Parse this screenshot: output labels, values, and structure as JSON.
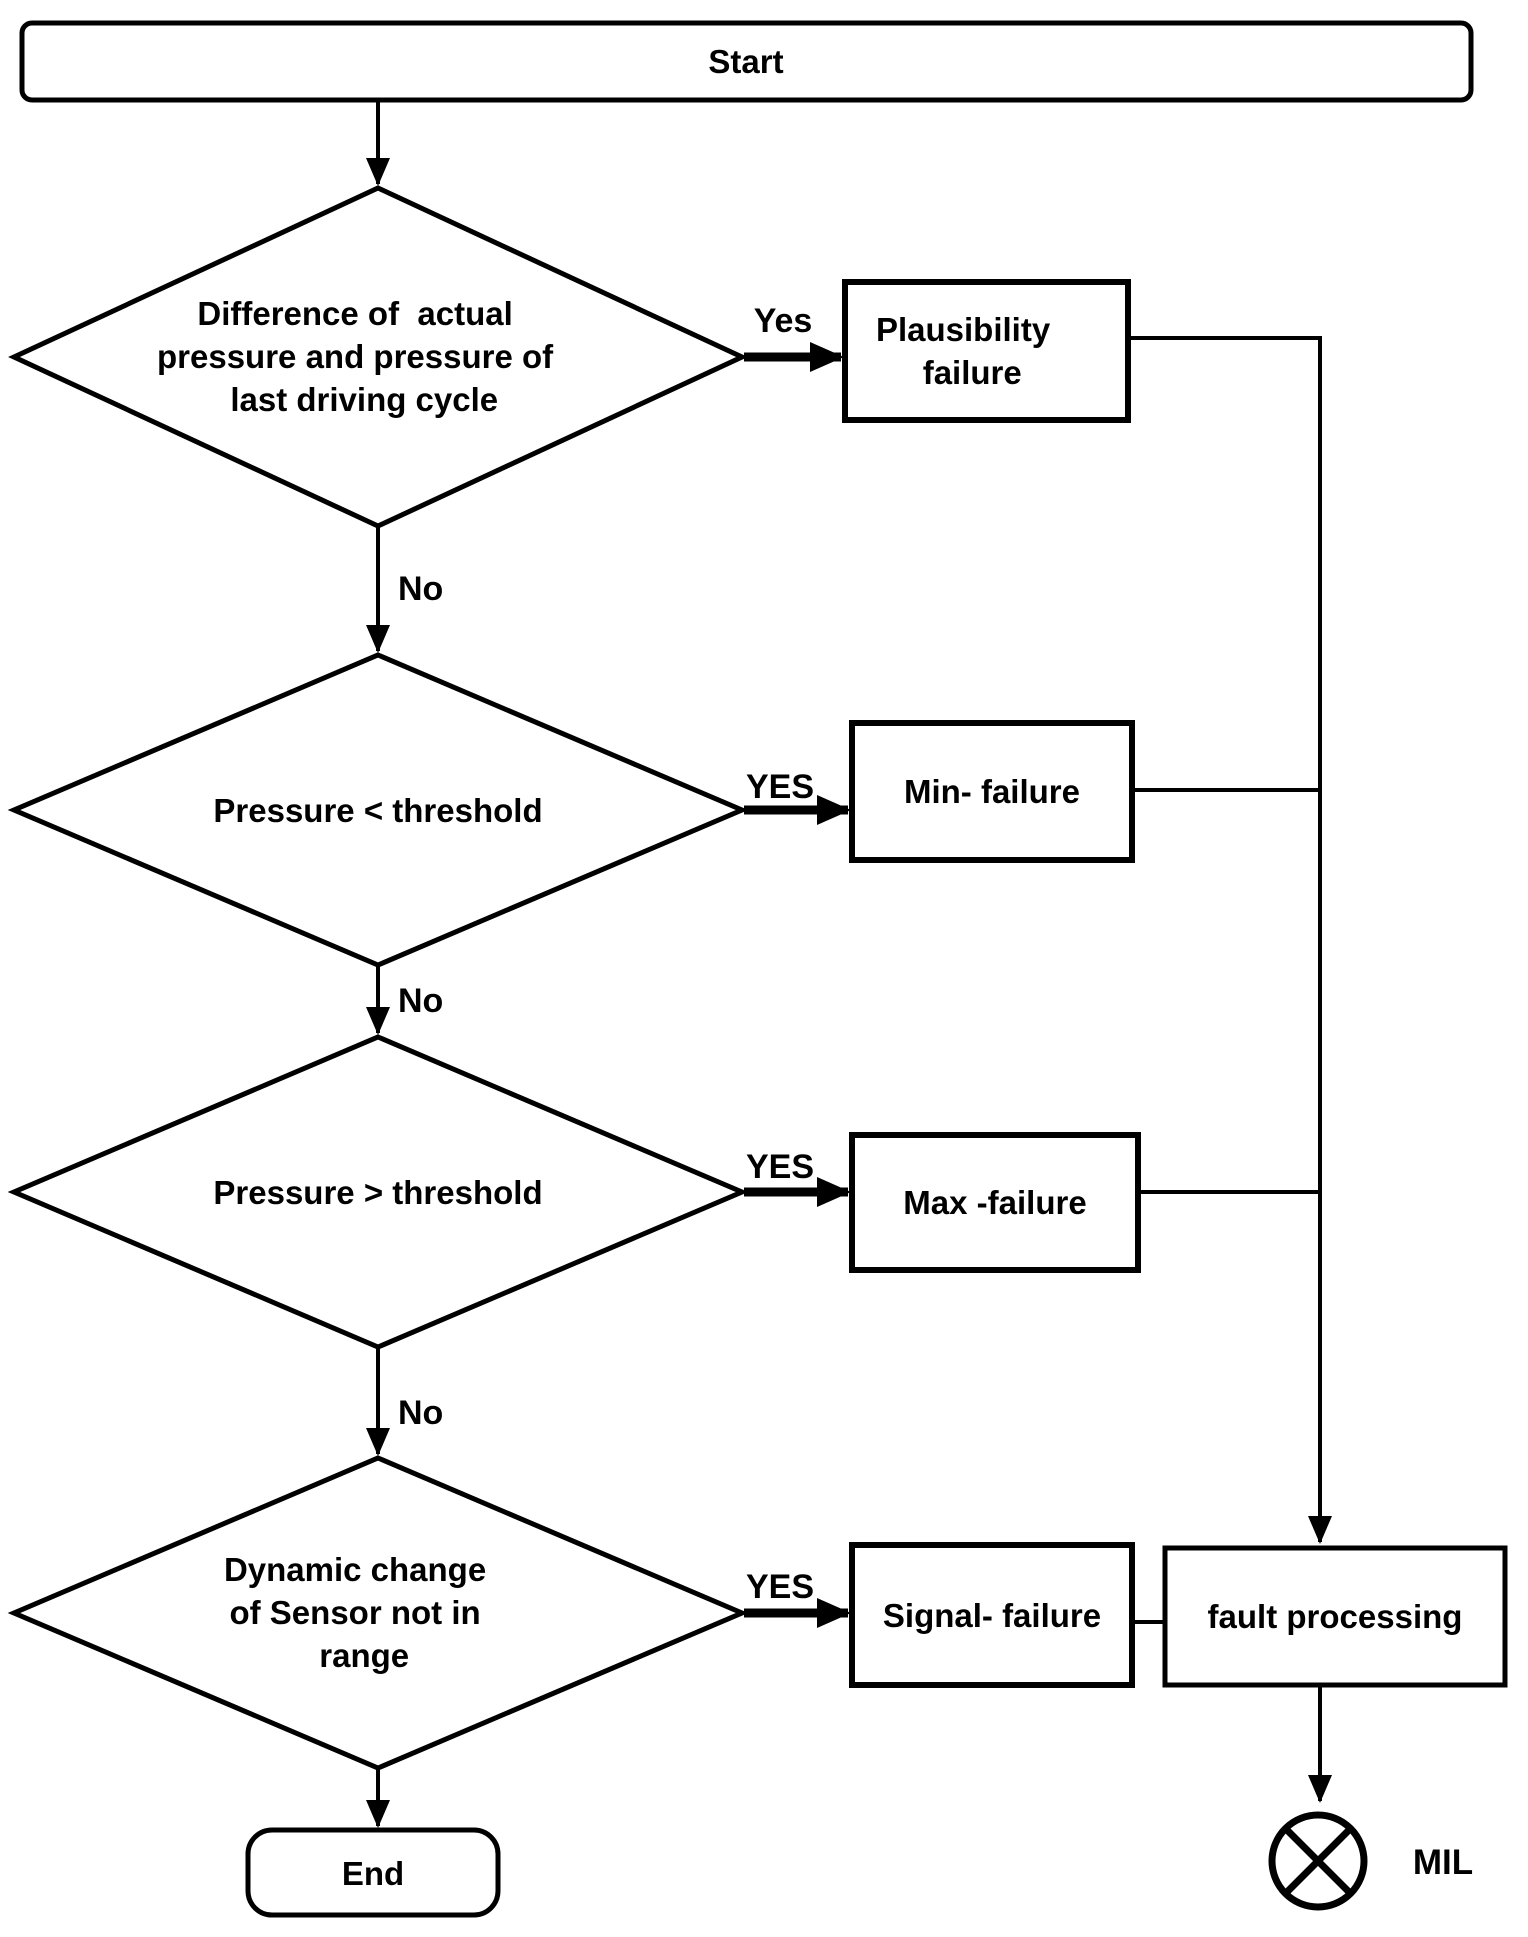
{
  "diagram": {
    "background_color": "#ffffff",
    "stroke_color": "#000000",
    "nodes": {
      "start": {
        "type": "terminator",
        "label": "Start"
      },
      "decision1": {
        "type": "decision",
        "lines": [
          "Difference of  actual",
          "pressure and pressure of",
          "last driving cycle"
        ]
      },
      "plausibility_failure": {
        "type": "process",
        "lines": [
          "Plausibility",
          "failure"
        ]
      },
      "decision2": {
        "type": "decision",
        "lines": [
          "Pressure < threshold"
        ]
      },
      "min_failure": {
        "type": "process",
        "lines": [
          "Min- failure"
        ]
      },
      "decision3": {
        "type": "decision",
        "lines": [
          "Pressure > threshold"
        ]
      },
      "max_failure": {
        "type": "process",
        "lines": [
          "Max -failure"
        ]
      },
      "decision4": {
        "type": "decision",
        "lines": [
          "Dynamic change",
          "of Sensor not in",
          "range"
        ]
      },
      "signal_failure": {
        "type": "process",
        "lines": [
          "Signal- failure"
        ]
      },
      "fault_processing": {
        "type": "process",
        "lines": [
          "fault processing"
        ]
      },
      "end": {
        "type": "terminator",
        "label": "End"
      },
      "mil": {
        "type": "indicator-lamp",
        "label": "MIL"
      }
    },
    "edge_labels": {
      "yes1": "Yes",
      "no1": "No",
      "yes2": "YES",
      "no2": "No",
      "yes3": "YES",
      "no3": "No",
      "yes4": "YES"
    }
  }
}
